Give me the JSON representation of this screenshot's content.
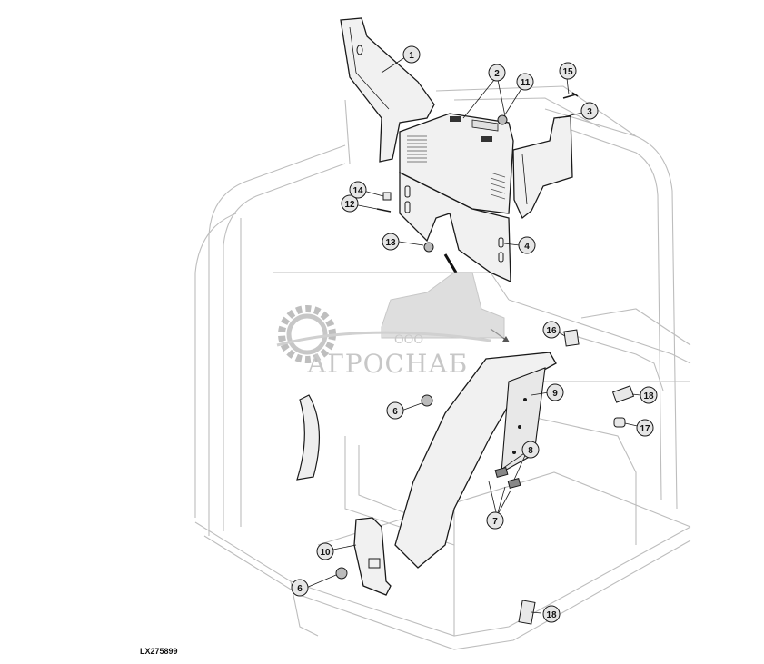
{
  "diagram": {
    "reference_code": "LX275899",
    "callouts": [
      "1",
      "2",
      "3",
      "4",
      "6",
      "6",
      "7",
      "8",
      "9",
      "10",
      "11",
      "12",
      "13",
      "14",
      "15",
      "16",
      "17",
      "18",
      "18"
    ]
  },
  "watermark": {
    "small_text": "ООО",
    "brand_text": "АГРОСНАБ"
  },
  "colors": {
    "line": "#1a1a1a",
    "ghost": "#b8b8b8",
    "panel": "#f1f1f1",
    "callout_fill": "#e6e6e6",
    "watermark": "#9a9a9a"
  }
}
